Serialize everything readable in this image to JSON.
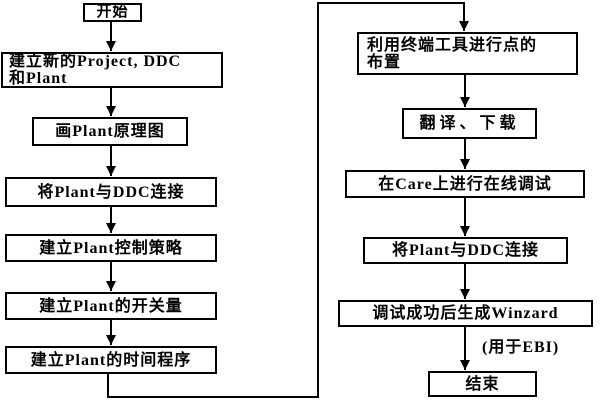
{
  "diagram": {
    "type": "flowchart",
    "colors": {
      "background": "#ffffff",
      "line": "#000000",
      "text": "#000000"
    },
    "nodes": {
      "start": {
        "label": "开始"
      },
      "create_project": {
        "label": "建立新的Project, DDC\n和Plant"
      },
      "draw_plant_diagram": {
        "label": "画Plant原理图"
      },
      "connect_plant_ddc": {
        "label": "将Plant与DDC连接"
      },
      "create_control_strategy": {
        "label": "建立Plant控制策略"
      },
      "create_switch_values": {
        "label": "建立Plant的开关量"
      },
      "create_time_program": {
        "label": "建立Plant的时间程序"
      },
      "terminal_point_layout": {
        "label": "利用终端工具进行点的\n布置"
      },
      "translate_download": {
        "label": "翻译、下载"
      },
      "online_debug_care": {
        "label": "在Care上进行在线调试"
      },
      "connect_plant_ddc_2": {
        "label": "将Plant与DDC连接"
      },
      "generate_winzard": {
        "label": "调试成功后生成Winzard"
      },
      "winzard_note": {
        "label": "(用于EBI)"
      },
      "end": {
        "label": "结束"
      }
    }
  }
}
